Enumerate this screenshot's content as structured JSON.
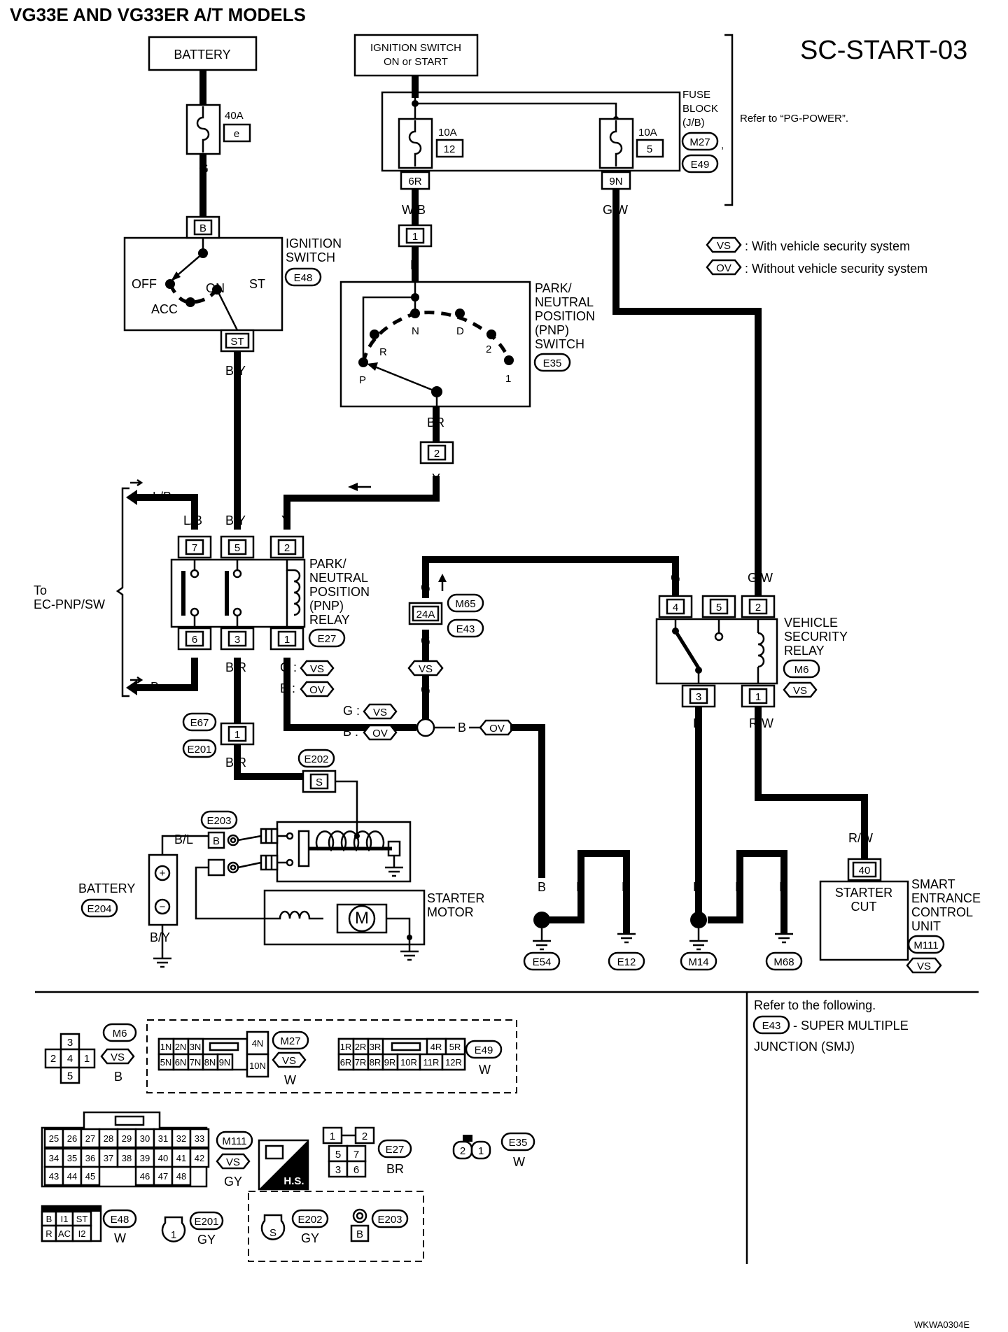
{
  "header": {
    "title": "VG33E AND VG33ER A/T MODELS",
    "page_code": "SC-START-03",
    "doc_code": "WKWA0304E"
  },
  "power": {
    "battery_label": "BATTERY",
    "ignition_label_1": "IGNITION SWITCH",
    "ignition_label_2": "ON or START",
    "fuse_main": "40A",
    "fuse_main_id": "e",
    "fuse_a": "10A",
    "fuse_a_no": "12",
    "fuse_b": "10A",
    "fuse_b_no": "5",
    "fuse_block_1": "FUSE",
    "fuse_block_2": "BLOCK",
    "fuse_block_3": "(J/B)",
    "fuse_block_conn_1": "M27",
    "fuse_block_conn_2": "E49",
    "fuse_block_comma": ",",
    "term_6r": "6R",
    "term_9n": "9N",
    "refer": "Refer to “PG-POWER”."
  },
  "wires": {
    "g": "G",
    "wb": "W/B",
    "gw": "G/W",
    "b": "B",
    "by": "B/Y",
    "br": "BR",
    "y": "Y",
    "lb": "L/B",
    "bsr": "B/R",
    "rw": "R/W",
    "bl": "B/L",
    "g_colon": "G :",
    "b_colon": "B :"
  },
  "ignition_switch": {
    "label_1": "IGNITION",
    "label_2": "SWITCH",
    "conn": "E48",
    "pin_b": "B",
    "pin_st": "ST",
    "off": "OFF",
    "acc": "ACC",
    "on": "ON",
    "st": "ST"
  },
  "pnp_switch": {
    "label_1": "PARK/",
    "label_2": "NEUTRAL",
    "label_3": "POSITION",
    "label_4": "(PNP)",
    "label_5": "SWITCH",
    "conn": "E35",
    "pin_in": "1",
    "pin_out": "2",
    "p": "P",
    "r": "R",
    "n": "N",
    "d": "D",
    "two": "2",
    "one": "1"
  },
  "legend": {
    "vs": "VS",
    "ov": "OV",
    "vs_text": ": With vehicle security system",
    "ov_text": ": Without vehicle security system"
  },
  "pnp_relay": {
    "label_1": "PARK/",
    "label_2": "NEUTRAL",
    "label_3": "POSITION",
    "label_4": "(PNP)",
    "label_5": "RELAY",
    "conn": "E27",
    "pins": [
      "7",
      "5",
      "2",
      "6",
      "3",
      "1"
    ],
    "to_1": "To",
    "to_2": "EC-PNP/SW"
  },
  "smj": {
    "pin": "24A",
    "conn_1": "M65",
    "conn_2": "E43"
  },
  "vs_relay": {
    "label_1": "VEHICLE",
    "label_2": "SECURITY",
    "label_3": "RELAY",
    "conn": "M6",
    "pins": [
      "4",
      "5",
      "2",
      "3",
      "1"
    ]
  },
  "connectors": {
    "e67": "E67",
    "e201": "E201",
    "e202": "E202",
    "e203": "E203",
    "e204": "E204",
    "pin_1": "1",
    "pin_s": "S",
    "pin_b": "B"
  },
  "starter": {
    "label_1": "STARTER",
    "label_2": "MOTOR",
    "m": "M",
    "battery": "BATTERY",
    "plus": "+",
    "minus": "−"
  },
  "grounds": [
    "E54",
    "E12",
    "M14",
    "M68"
  ],
  "secu": {
    "pin": "40",
    "box_1": "STARTER",
    "box_2": "CUT",
    "label_1": "SMART",
    "label_2": "ENTRANCE",
    "label_3": "CONTROL",
    "label_4": "UNIT",
    "conn": "M111"
  },
  "refer_following": {
    "line_1": "Refer to the following.",
    "conn": "E43",
    "line_2": "- SUPER MULTIPLE",
    "line_3": "JUNCTION (SMJ)"
  },
  "connector_views": {
    "m6_pins": [
      "3",
      "2",
      "4",
      "1",
      "5"
    ],
    "m6_color": "B",
    "m27_top": [
      "1N",
      "2N",
      "3N",
      "4N"
    ],
    "m27_bottom": [
      "5N",
      "6N",
      "7N",
      "8N",
      "9N",
      "10N"
    ],
    "m27_color": "W",
    "e49_top": [
      "1R",
      "2R",
      "3R",
      "4R",
      "5R"
    ],
    "e49_bottom": [
      "6R",
      "7R",
      "8R",
      "9R",
      "10R",
      "11R",
      "12R"
    ],
    "e49_color": "W",
    "m111_row1": [
      "25",
      "26",
      "27",
      "28",
      "29",
      "30",
      "31",
      "32",
      "33"
    ],
    "m111_row2": [
      "34",
      "35",
      "36",
      "37",
      "38",
      "39",
      "40",
      "41",
      "42"
    ],
    "m111_row3": [
      "43",
      "44",
      "45",
      "46",
      "47",
      "48"
    ],
    "m111_color": "GY",
    "hs": "H.S.",
    "e27_pins": [
      "1",
      "2",
      "5",
      "7",
      "3",
      "6"
    ],
    "e27_color": "BR",
    "e35_pins": [
      "2",
      "1"
    ],
    "e35_color": "W",
    "e48_pins": [
      "B",
      "I1",
      "ST",
      "R",
      "AC",
      "I2"
    ],
    "e48_color": "W",
    "e201_pin": "1",
    "e201_color": "GY",
    "e202_pin": "S",
    "e202_color": "GY",
    "e203_pin": "B"
  }
}
